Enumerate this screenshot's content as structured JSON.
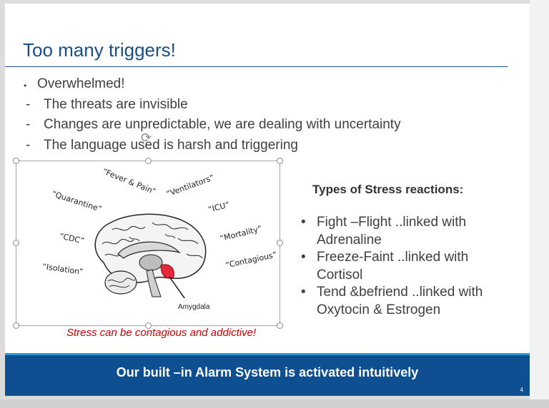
{
  "slide": {
    "title": "Too many triggers!",
    "bullets": [
      {
        "marker": "•",
        "text": "Overwhelmed!"
      },
      {
        "marker": "-",
        "text": "The threats are invisible"
      },
      {
        "marker": "-",
        "text": "Changes are unpredictable, we are dealing with uncertainty"
      },
      {
        "marker": "-",
        "text": "The language used is harsh and triggering"
      }
    ],
    "image": {
      "words": {
        "fever": "“Fever & Pain”",
        "ventilators": "“Ventilators”",
        "quarantine": "“Quarantine”",
        "icu": "“ICU”",
        "mortality": "“Mortality”",
        "cdc": "“CDC”",
        "contagious": "“Contagious”",
        "isolation": "“Isolation”"
      },
      "amygdala_label": "Amygdala"
    },
    "caption": "Stress can be contagious and addictive!",
    "stress": {
      "heading": "Types of Stress reactions:",
      "items": [
        "Fight –Flight ..linked with Adrenaline",
        "Freeze-Faint ..linked with Cortisol",
        "Tend &befriend ..linked with Oxytocin & Estrogen"
      ]
    },
    "footer": {
      "text": "Our built –in Alarm System is activated intuitively",
      "page_number": "4"
    }
  },
  "colors": {
    "title_blue": "#1b4e86",
    "footer_band": "#0d4f91",
    "footer_line": "#2f9bd6",
    "caption_red": "#cc0000",
    "amygdala_red": "#e8283c"
  },
  "icons": {
    "rotate_handle": "rotate-icon"
  }
}
